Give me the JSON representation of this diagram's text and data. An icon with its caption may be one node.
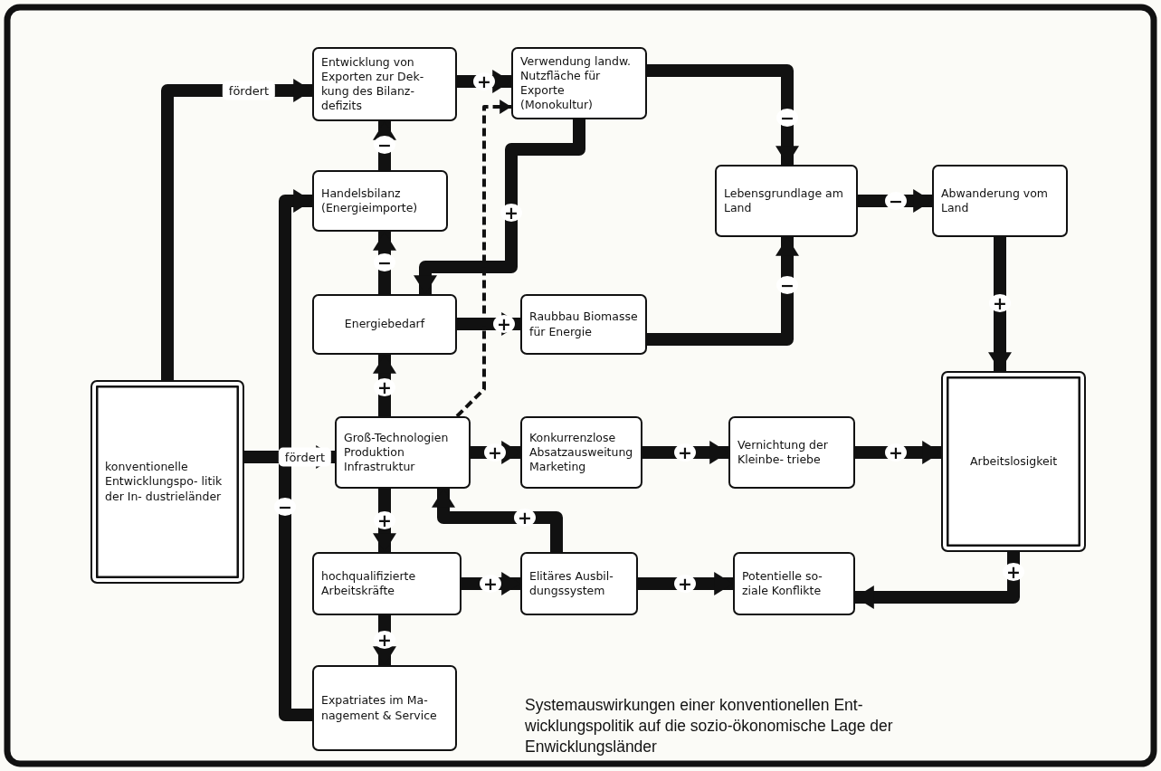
{
  "diagram": {
    "caption": "Systemauswirkungen einer konventionellen Ent- wicklungspolitik auf die sozio-ökonomische Lage der Enwicklungsländer",
    "nodes": [
      {
        "text": [
          "Entwicklung von Exporten zur Dek- kung des Bilanz- defizits"
        ]
      },
      {
        "text": [
          "Verwendung landw. Nutzfläche für Exporte (Monokultur)"
        ]
      },
      {
        "text": [
          "Handelsbilanz (Energieimporte)"
        ]
      },
      {
        "text": [
          "Lebensgrundlage am Land"
        ]
      },
      {
        "text": [
          "Abwanderung vom Land"
        ]
      },
      {
        "text": [
          "Energiebedarf"
        ]
      },
      {
        "text": [
          "Raubbau Biomasse für Energie"
        ]
      },
      {
        "text": [
          "konventionelle Entwicklungspo- litik der In- dustrieländer"
        ]
      },
      {
        "text": [
          "Groß-Technologien Produktion Infrastruktur"
        ]
      },
      {
        "text": [
          "Konkurrenzlose Absatzausweitung Marketing"
        ]
      },
      {
        "text": [
          "Vernichtung der Kleinbe- triebe"
        ]
      },
      {
        "text": [
          "Arbeitslosigkeit"
        ]
      },
      {
        "text": [
          "hochqualifizierte Arbeitskräfte"
        ]
      },
      {
        "text": [
          "Elitäres Ausbil- dungssystem"
        ]
      },
      {
        "text": [
          "Potentielle so- ziale Konflikte"
        ]
      },
      {
        "text": [
          "Expatriates im Ma- nagement & Service"
        ]
      }
    ],
    "edges": [
      {
        "from": 7,
        "to": 0,
        "arrow": "to",
        "label": "fördert"
      },
      {
        "from": 0,
        "to": 1,
        "arrow": "to",
        "label": "+"
      },
      {
        "from": 2,
        "to": 0,
        "arrow": "to",
        "label": "−"
      },
      {
        "from": 5,
        "to": 2,
        "arrow": "to",
        "label": "−"
      },
      {
        "from": 1,
        "to": 3,
        "arrow": "to",
        "label": "−"
      },
      {
        "from": 1,
        "to": 5,
        "arrow": "to",
        "label": "+"
      },
      {
        "from": 6,
        "to": 3,
        "arrow": "to",
        "label": "−"
      },
      {
        "from": 5,
        "to": 6,
        "arrow": "to",
        "label": "+"
      },
      {
        "from": 3,
        "to": 4,
        "arrow": "to",
        "label": "−"
      },
      {
        "from": 4,
        "to": 11,
        "arrow": "to",
        "label": "+"
      },
      {
        "from": 8,
        "to": 5,
        "arrow": "to",
        "label": "+"
      },
      {
        "from": 7,
        "to": 8,
        "arrow": "to",
        "label": "fördert"
      },
      {
        "from": 15,
        "to": 2,
        "arrow": "to",
        "label": "−"
      },
      {
        "from": 8,
        "to": 9,
        "arrow": "to",
        "label": "+"
      },
      {
        "from": 9,
        "to": 10,
        "arrow": "to",
        "label": "+"
      },
      {
        "from": 10,
        "to": 11,
        "arrow": "to",
        "label": "+"
      },
      {
        "from": 8,
        "to": 12,
        "arrow": "to",
        "label": "+"
      },
      {
        "from": 12,
        "to": 15,
        "arrow": "to",
        "label": "+"
      },
      {
        "from": 12,
        "to": 13,
        "arrow": "to",
        "label": "+"
      },
      {
        "from": 13,
        "to": 14,
        "arrow": "to",
        "label": "+"
      },
      {
        "from": 13,
        "to": 8,
        "arrow": "to",
        "label": "+"
      },
      {
        "from": 11,
        "to": 14,
        "arrow": "to",
        "label": "+"
      },
      {
        "from": 8,
        "to": 1,
        "arrow": "to",
        "style": "dashed"
      }
    ]
  }
}
